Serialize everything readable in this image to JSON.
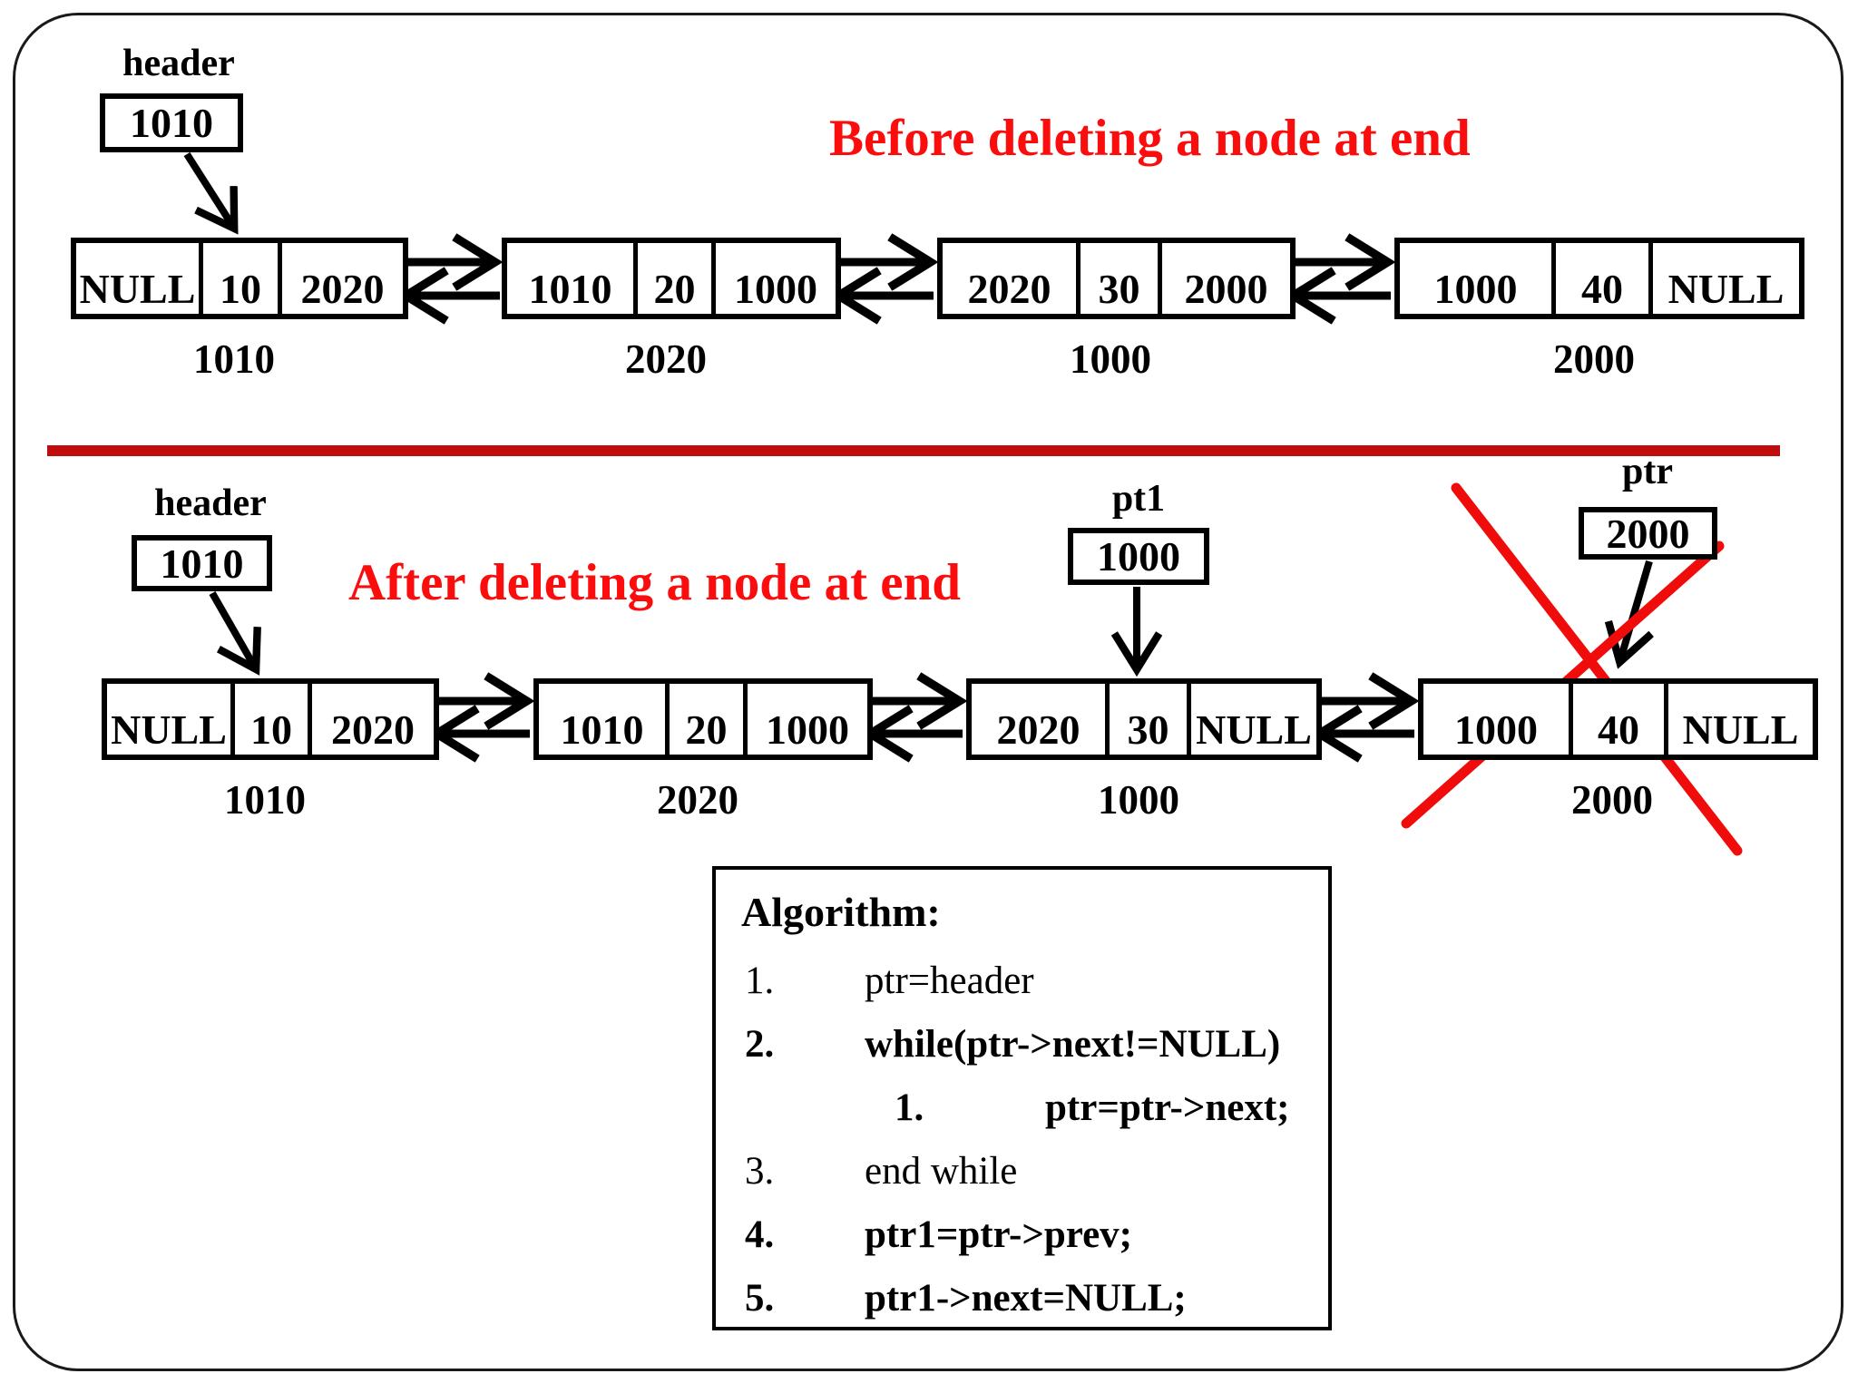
{
  "colors": {
    "ink": "#000000",
    "title_red": "#fb0d0d",
    "divider_red": "#c00c0c",
    "cross_red": "#f10c0c"
  },
  "before": {
    "title": "Before deleting a node at end",
    "header_label": "header",
    "header_value": "1010",
    "nodes": [
      {
        "prev": "NULL",
        "data": "10",
        "next": "2020",
        "address": "1010"
      },
      {
        "prev": "1010",
        "data": "20",
        "next": "1000",
        "address": "2020"
      },
      {
        "prev": "2020",
        "data": "30",
        "next": "2000",
        "address": "1000"
      },
      {
        "prev": "1000",
        "data": "40",
        "next": "NULL",
        "address": "2000"
      }
    ]
  },
  "after": {
    "title": "After deleting a node at end",
    "header_label": "header",
    "header_value": "1010",
    "pt1_label": "pt1",
    "pt1_value": "1000",
    "ptr_label": "ptr",
    "ptr_value": "2000",
    "nodes": [
      {
        "prev": "NULL",
        "data": "10",
        "next": "2020",
        "address": "1010"
      },
      {
        "prev": "1010",
        "data": "20",
        "next": "1000",
        "address": "2020"
      },
      {
        "prev": "2020",
        "data": "30",
        "next": "NULL",
        "address": "1000"
      },
      {
        "prev": "1000",
        "data": "40",
        "next": "NULL",
        "address": "2000"
      }
    ]
  },
  "algorithm": {
    "title": "Algorithm:",
    "lines": [
      {
        "num": "1.",
        "text": "ptr=header"
      },
      {
        "num": "2.",
        "text": "while(ptr->next!=NULL)"
      },
      {
        "num": "1.",
        "text": "ptr=ptr->next;"
      },
      {
        "num": "3.",
        "text": "end while"
      },
      {
        "num": "4.",
        "text": "ptr1=ptr->prev;"
      },
      {
        "num": "5.",
        "text": "ptr1->next=NULL;"
      }
    ]
  }
}
